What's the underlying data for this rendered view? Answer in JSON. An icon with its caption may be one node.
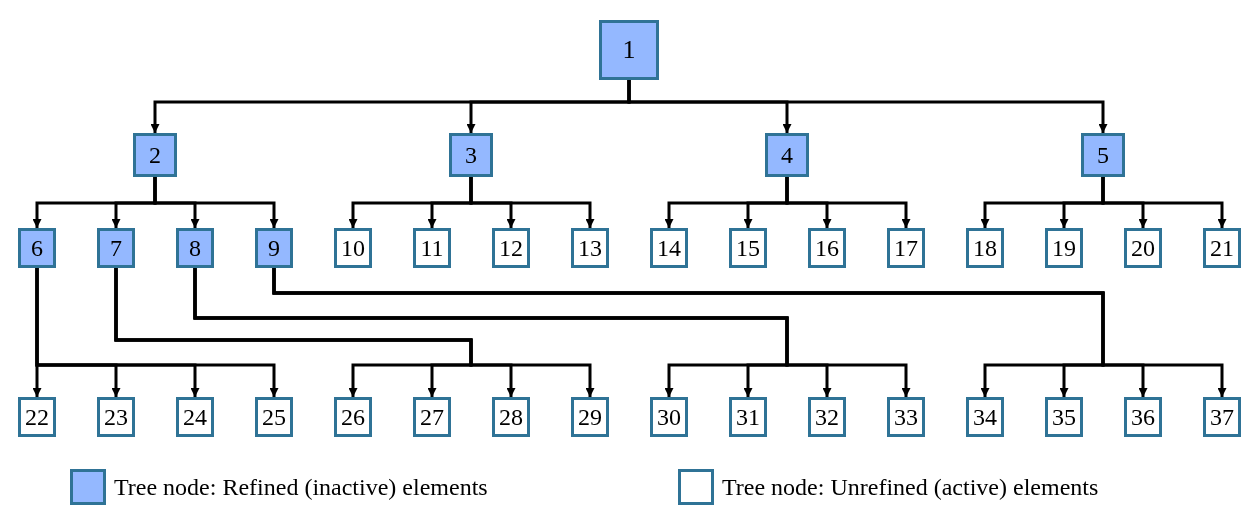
{
  "diagram": {
    "nodes": [
      {
        "text": [
          "1"
        ]
      },
      {
        "text": [
          "2"
        ]
      },
      {
        "text": [
          "3"
        ]
      },
      {
        "text": [
          "4"
        ]
      },
      {
        "text": [
          "5"
        ]
      },
      {
        "text": [
          "6"
        ]
      },
      {
        "text": [
          "7"
        ]
      },
      {
        "text": [
          "8"
        ]
      },
      {
        "text": [
          "9"
        ]
      },
      {
        "text": [
          "10"
        ]
      },
      {
        "text": [
          "11"
        ]
      },
      {
        "text": [
          "12"
        ]
      },
      {
        "text": [
          "13"
        ]
      },
      {
        "text": [
          "14"
        ]
      },
      {
        "text": [
          "15"
        ]
      },
      {
        "text": [
          "16"
        ]
      },
      {
        "text": [
          "17"
        ]
      },
      {
        "text": [
          "18"
        ]
      },
      {
        "text": [
          "19"
        ]
      },
      {
        "text": [
          "20"
        ]
      },
      {
        "text": [
          "21"
        ]
      },
      {
        "text": [
          "22"
        ]
      },
      {
        "text": [
          "23"
        ]
      },
      {
        "text": [
          "24"
        ]
      },
      {
        "text": [
          "25"
        ]
      },
      {
        "text": [
          "26"
        ]
      },
      {
        "text": [
          "27"
        ]
      },
      {
        "text": [
          "28"
        ]
      },
      {
        "text": [
          "29"
        ]
      },
      {
        "text": [
          "30"
        ]
      },
      {
        "text": [
          "31"
        ]
      },
      {
        "text": [
          "32"
        ]
      },
      {
        "text": [
          "33"
        ]
      },
      {
        "text": [
          "34"
        ]
      },
      {
        "text": [
          "35"
        ]
      },
      {
        "text": [
          "36"
        ]
      },
      {
        "text": [
          "37"
        ]
      }
    ],
    "edges": [
      {
        "from": 0,
        "to": 1,
        "arrow": "to"
      },
      {
        "from": 0,
        "to": 2,
        "arrow": "to"
      },
      {
        "from": 0,
        "to": 3,
        "arrow": "to"
      },
      {
        "from": 0,
        "to": 4,
        "arrow": "to"
      },
      {
        "from": 1,
        "to": 5,
        "arrow": "to"
      },
      {
        "from": 1,
        "to": 6,
        "arrow": "to"
      },
      {
        "from": 1,
        "to": 7,
        "arrow": "to"
      },
      {
        "from": 1,
        "to": 8,
        "arrow": "to"
      },
      {
        "from": 2,
        "to": 9,
        "arrow": "to"
      },
      {
        "from": 2,
        "to": 10,
        "arrow": "to"
      },
      {
        "from": 2,
        "to": 11,
        "arrow": "to"
      },
      {
        "from": 2,
        "to": 12,
        "arrow": "to"
      },
      {
        "from": 3,
        "to": 13,
        "arrow": "to"
      },
      {
        "from": 3,
        "to": 14,
        "arrow": "to"
      },
      {
        "from": 3,
        "to": 15,
        "arrow": "to"
      },
      {
        "from": 3,
        "to": 16,
        "arrow": "to"
      },
      {
        "from": 4,
        "to": 17,
        "arrow": "to"
      },
      {
        "from": 4,
        "to": 18,
        "arrow": "to"
      },
      {
        "from": 4,
        "to": 19,
        "arrow": "to"
      },
      {
        "from": 4,
        "to": 20,
        "arrow": "to"
      },
      {
        "from": 5,
        "to": 21,
        "arrow": "to"
      },
      {
        "from": 5,
        "to": 22,
        "arrow": "to"
      },
      {
        "from": 5,
        "to": 23,
        "arrow": "to"
      },
      {
        "from": 5,
        "to": 24,
        "arrow": "to"
      },
      {
        "from": 6,
        "to": 25,
        "arrow": "to"
      },
      {
        "from": 6,
        "to": 26,
        "arrow": "to"
      },
      {
        "from": 6,
        "to": 27,
        "arrow": "to"
      },
      {
        "from": 6,
        "to": 28,
        "arrow": "to"
      },
      {
        "from": 7,
        "to": 29,
        "arrow": "to"
      },
      {
        "from": 7,
        "to": 30,
        "arrow": "to"
      },
      {
        "from": 7,
        "to": 31,
        "arrow": "to"
      },
      {
        "from": 7,
        "to": 32,
        "arrow": "to"
      },
      {
        "from": 8,
        "to": 33,
        "arrow": "to"
      },
      {
        "from": 8,
        "to": 34,
        "arrow": "to"
      },
      {
        "from": 8,
        "to": 35,
        "arrow": "to"
      },
      {
        "from": 8,
        "to": 36,
        "arrow": "to"
      }
    ],
    "legend": [
      {
        "text": "Tree node: Refined (inactive) elements",
        "color": "#94b8ff"
      },
      {
        "text": "Tree node: Unrefined (active) elements",
        "color": "#ffffff"
      }
    ]
  }
}
